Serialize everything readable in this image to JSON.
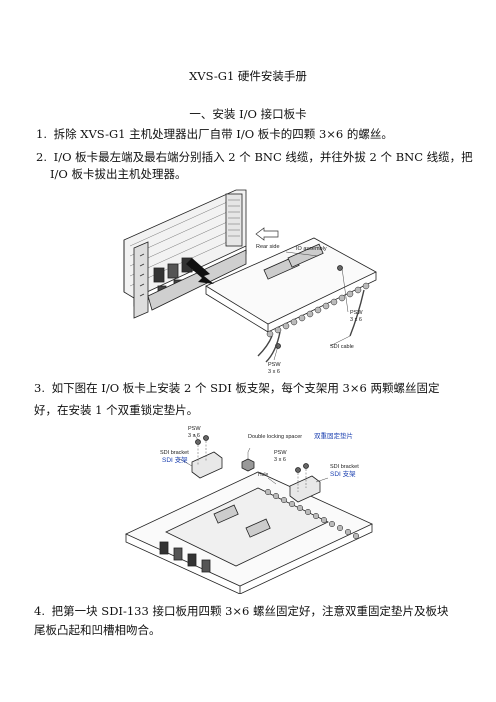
{
  "doc": {
    "title": "XVS-G1 硬件安装手册",
    "section_heading": "一、安装 I/O 接口板卡",
    "steps": [
      {
        "num": "1.",
        "line1": "拆除 XVS-G1 主机处理器出厂自带 I/O 板卡的四颗 3×6 的螺丝。"
      },
      {
        "num": "2.",
        "line1": "I/O 板卡最左端及最右端分别插入 2 个 BNC 线缆，并往外拔 2 个 BNC 线缆，把",
        "line2": "I/O 板卡拔出主机处理器。"
      },
      {
        "num": "3.",
        "line1": "如下图在 I/O 板卡上安装 2 个 SDI 板支架，每个支架用 3×6 两颗螺丝固定",
        "line2": "好，在安装 1 个双重锁定垫片。"
      },
      {
        "num": "4.",
        "line1": "把第一块 SDI-133 接口板用四颗 3×6 螺丝固定好，注意双重固定垫片及板块",
        "line2": "尾板凸起和凹槽相吻合。"
      }
    ]
  },
  "figure1": {
    "labels": {
      "rear_side": "Rear side",
      "io_assembly": "IO assembly",
      "psw_right": "PSW",
      "psw_right_size": "3 x 6",
      "sdi_cable": "SDI cable",
      "psw_bottom": "PSW",
      "psw_bottom_size": "3 x 6"
    }
  },
  "figure2": {
    "labels": {
      "psw_top": "PSW",
      "psw_top_size": "3 x 6",
      "double_locking": "Double locking spacer",
      "double_locking_cn": "双重固定垫片",
      "sdi_bracket_left": "SDI bracket",
      "sdi_bracket_left_cn": "SDI 支架",
      "psw_mid": "PSW",
      "psw_mid_size": "3 x 6",
      "sdi_bracket_right": "SDI bracket",
      "sdi_bracket_right_cn": "SDI 支架",
      "hole": "Hole"
    },
    "accent_color": "#1a3fb0"
  }
}
